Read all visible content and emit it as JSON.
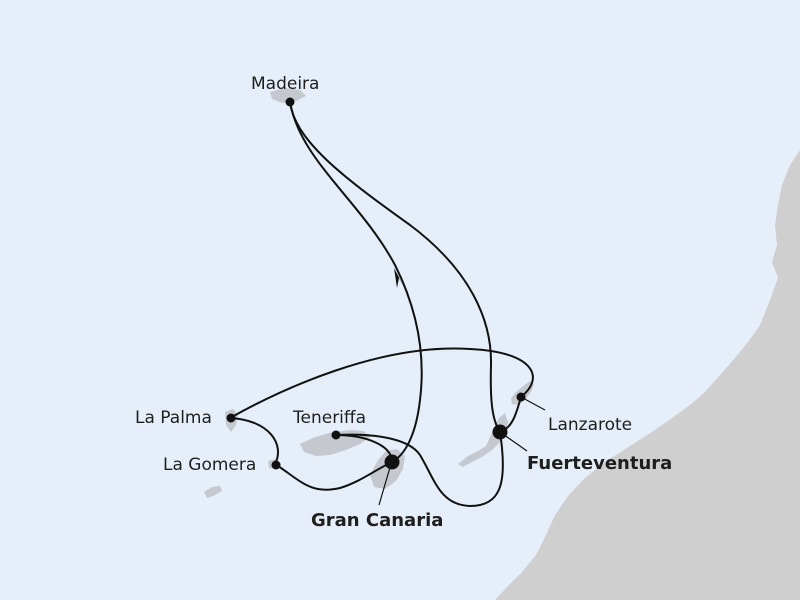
{
  "colors": {
    "sea": "#e6eff9",
    "island": "#c5c9cf",
    "mainland": "#cfcfcf",
    "route": "#111111"
  },
  "ports": {
    "madeira": "Madeira",
    "la_palma": "La Palma",
    "la_gomera": "La Gomera",
    "teneriffa": "Teneriffa",
    "gran_canaria": "Gran Canaria",
    "fuerteventura": "Fuerteventura",
    "lanzarote": "Lanzarote"
  }
}
